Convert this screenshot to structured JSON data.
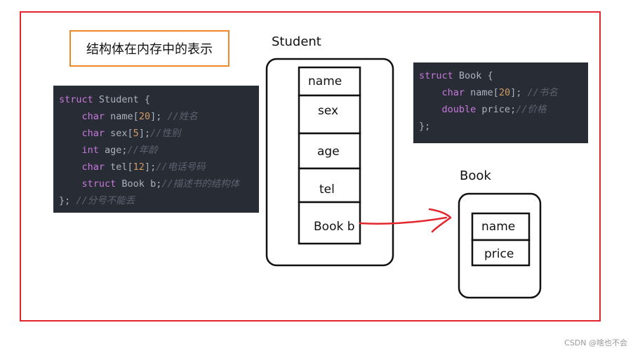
{
  "title": "结构体在内存中的表示",
  "student_label": "Student",
  "book_label": "Book",
  "student_fields": [
    "name",
    "sex",
    "age",
    "tel",
    "Book b"
  ],
  "book_fields": [
    "name",
    "price"
  ],
  "code_student": {
    "l1_kw": "struct",
    "l1_rest": " Student {",
    "l2_ty": "char",
    "l2_a": " name[",
    "l2_n": "20",
    "l2_b": "]; ",
    "l2_c": "//姓名",
    "l3_ty": "char",
    "l3_a": " sex[",
    "l3_n": "5",
    "l3_b": "];",
    "l3_c": "//性别",
    "l4_ty": "int",
    "l4_a": " age;",
    "l4_c": "//年龄",
    "l5_ty": "char",
    "l5_a": " tel[",
    "l5_n": "12",
    "l5_b": "];",
    "l5_c": "//电话号码",
    "l6_kw": "struct",
    "l6_a": " Book b;",
    "l6_c": "//描述书的结构体",
    "l7_a": "}; ",
    "l7_c": "//分号不能丢"
  },
  "code_book": {
    "l1_kw": "struct",
    "l1_rest": " Book {",
    "l2_ty": "char",
    "l2_a": " name[",
    "l2_n": "20",
    "l2_b": "]; ",
    "l2_c": "//书名",
    "l3_ty": "double",
    "l3_a": " price;",
    "l3_c": "//价格",
    "l4_a": "};"
  },
  "watermark": "CSDN @啥也不会",
  "colors": {
    "frame": "#e3262e",
    "title_border": "#f0882a",
    "arrow": "#e3262e",
    "code_bg": "#282c34"
  }
}
